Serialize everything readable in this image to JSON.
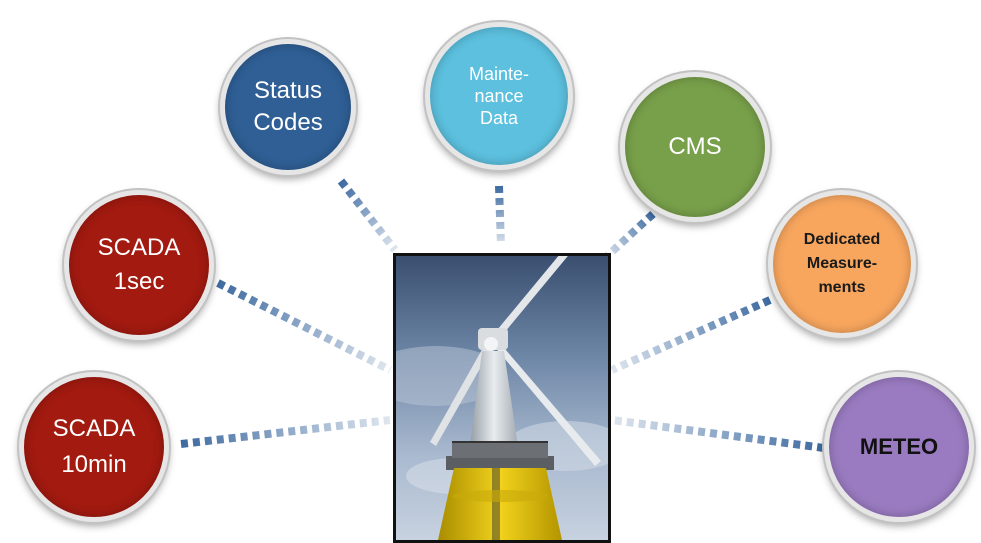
{
  "center": {
    "image": "wind-turbine-photo"
  },
  "nodes": {
    "status_codes": {
      "label": "Status\nCodes",
      "color": "#2f5f95"
    },
    "maintenance": {
      "label": "Mainte-\nnance\nData",
      "color": "#5cc0de"
    },
    "cms": {
      "label": "CMS",
      "color": "#78a04a"
    },
    "scada_1sec": {
      "label": "SCADA\n1sec",
      "color": "#a21a10"
    },
    "scada_10min": {
      "label": "SCADA\n10min",
      "color": "#a21a10"
    },
    "dedicated": {
      "label": "Dedicated\nMeasure-\nments",
      "color": "#f8a65e"
    },
    "meteo": {
      "label": "METEO",
      "color": "#9a7bc1"
    }
  },
  "connector_color": "#3d6aa0"
}
